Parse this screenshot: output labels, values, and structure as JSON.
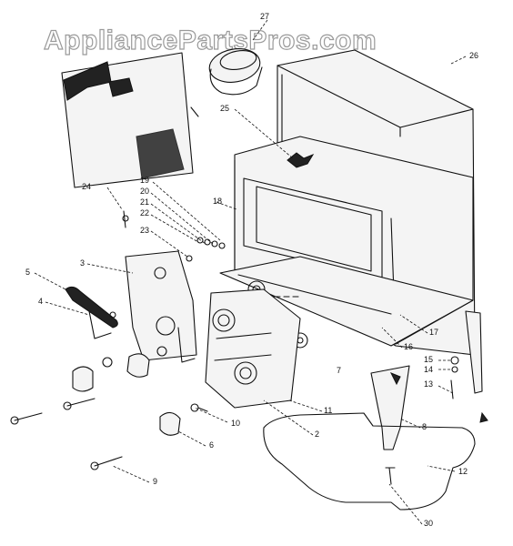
{
  "watermark": "AppliancePartsPros.com",
  "callouts": {
    "c2": "2",
    "c3": "3",
    "c4": "4",
    "c5": "5",
    "c6": "6",
    "c7": "7",
    "c8": "8",
    "c9": "9",
    "c10": "10",
    "c11": "11",
    "c12": "12",
    "c13": "13",
    "c14": "14",
    "c15": "15",
    "c16": "16",
    "c17": "17",
    "c18": "18",
    "c19": "19",
    "c20": "20",
    "c21": "21",
    "c22": "22",
    "c23": "23",
    "c24": "24",
    "c25": "25",
    "c26": "26",
    "c27": "27",
    "c30": "30"
  }
}
